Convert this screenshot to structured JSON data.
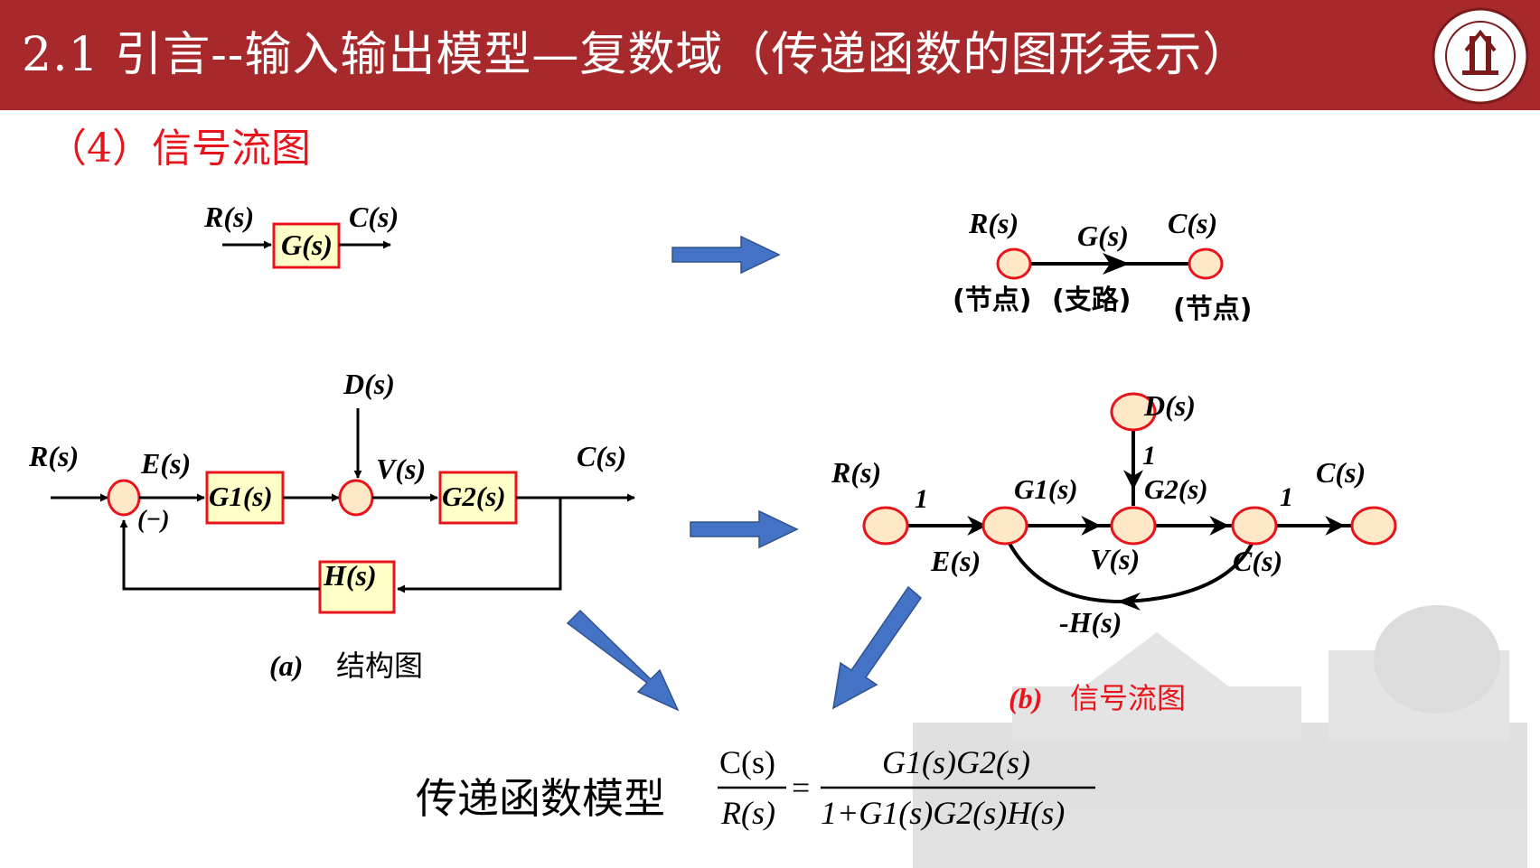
{
  "header": {
    "title": "2.1 引言--输入输出模型—复数域（传递函数的图形表示）"
  },
  "section_title": "（4）信号流图",
  "simple_block": {
    "input": "R(s)",
    "block": "G(s)",
    "output": "C(s)"
  },
  "simple_flow": {
    "node_in": "R(s)",
    "branch": "G(s)",
    "node_out": "C(s)",
    "node_in_note": "(节点)",
    "branch_note": "(支路)",
    "node_out_note": "(节点)"
  },
  "block_diagram": {
    "input": "R(s)",
    "error": "E(s)",
    "minus": "(−)",
    "g1": "G1(s)",
    "disturbance": "D(s)",
    "v": "V(s)",
    "g2": "G2(s)",
    "output": "C(s)",
    "h": "H(s)",
    "caption_tag": "(a)",
    "caption": "结构图"
  },
  "flow_graph": {
    "r": "R(s)",
    "one_a": "1",
    "g1": "G1(s)",
    "e": "E(s)",
    "d": "D(s)",
    "one_d": "1",
    "g2": "G2(s)",
    "v": "V(s)",
    "one_c": "1",
    "c_top": "C(s)",
    "c_mid": "C(s)",
    "neg_h": "-H(s)",
    "caption_tag": "(b)",
    "caption": "信号流图"
  },
  "transfer": {
    "label": "传递函数模型",
    "lhs_num": "C(s)",
    "lhs_den": "R(s)",
    "equals": "=",
    "rhs_num": "G1(s)G2(s)",
    "rhs_den": "1+G1(s)G2(s)H(s)"
  },
  "colors": {
    "header": "#a8292b",
    "accent_red": "#e8141c",
    "box_fill": "#ffffc8",
    "node_fill": "#ffe8c8",
    "arrow_blue": "#4472c4"
  }
}
